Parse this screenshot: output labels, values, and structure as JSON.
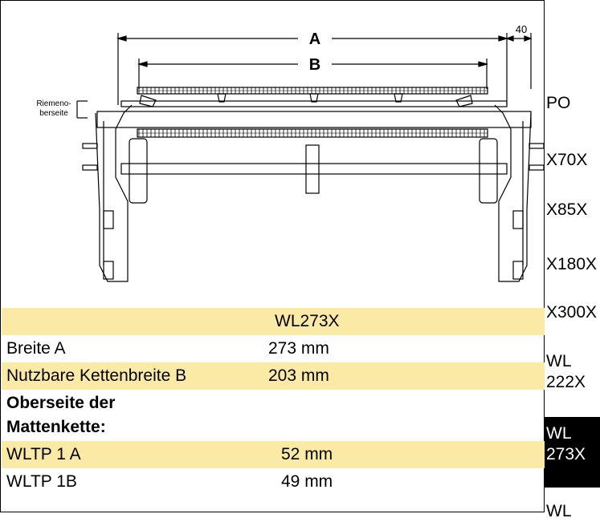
{
  "drawing": {
    "dim_a": "A",
    "dim_b": "B",
    "dim_40": "40",
    "belt_side_line1": "Riemeno-",
    "belt_side_line2": "berseite"
  },
  "table": {
    "title": "WL273X",
    "rows": [
      {
        "label": "Breite A",
        "value": "273 mm"
      },
      {
        "label": "Nutzbare Kettenbreite B",
        "value": "203 mm"
      }
    ],
    "section_header": "Oberseite der Mattenkette:",
    "rows2": [
      {
        "label": "WLTP 1 A",
        "value": "52 mm"
      },
      {
        "label": "WLTP 1B",
        "value": "49 mm"
      }
    ]
  },
  "sidebar": {
    "items": [
      {
        "label": "PO"
      },
      {
        "label": "X70X"
      },
      {
        "label": "X85X"
      },
      {
        "label": "X180X"
      },
      {
        "label": "X300X"
      },
      {
        "label": "WL 222X"
      },
      {
        "label": "WL 273X",
        "active": true
      },
      {
        "label": "WL"
      }
    ]
  }
}
